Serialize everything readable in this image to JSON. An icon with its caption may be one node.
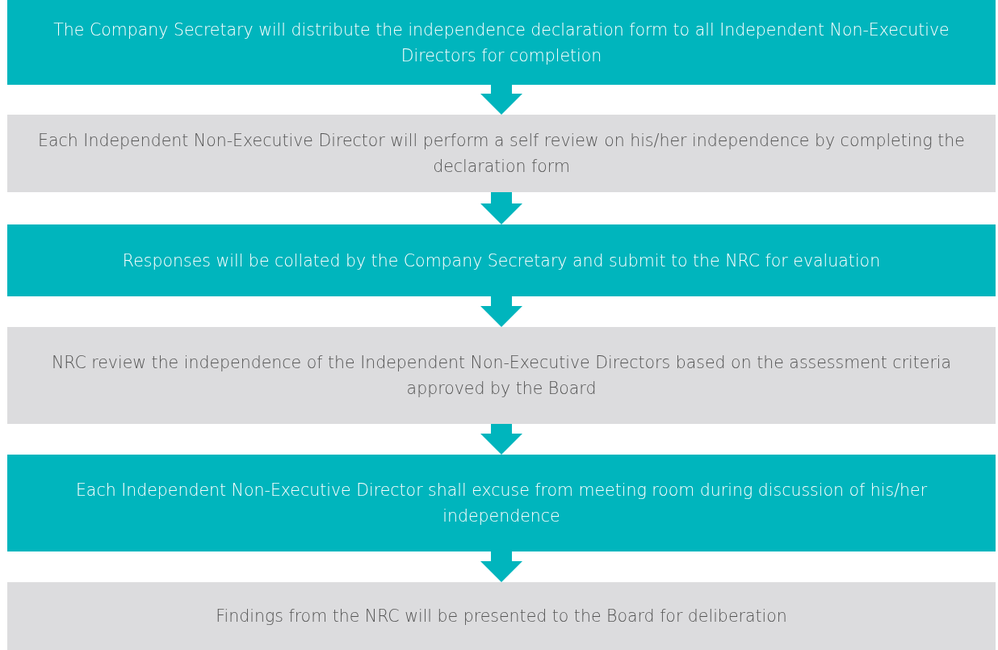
{
  "diagram": {
    "nodes": [
      {
        "text": [
          "The Company Secretary will distribute the independence declaration form  to all Independent Non-Executive Directors for completion"
        ]
      },
      {
        "text": [
          "Each Independent Non-Executive Director will perform a self review on his/her independence by completing the declaration form"
        ]
      },
      {
        "text": [
          "Responses will be collated by the Company Secretary and submit to the NRC for evaluation"
        ]
      },
      {
        "text": [
          "NRC review the independence of the Independent Non-Executive Directors based on the assessment criteria approved by the Board"
        ]
      },
      {
        "text": [
          "Each Independent Non-Executive Director shall excuse from meeting room during discussion of his/her independence"
        ]
      },
      {
        "text": [
          "Findings from the NRC will be presented to the Board for deliberation"
        ]
      }
    ],
    "edges": [
      {
        "from": 0,
        "to": 1,
        "arrow": "to"
      },
      {
        "from": 1,
        "to": 2,
        "arrow": "to"
      },
      {
        "from": 2,
        "to": 3,
        "arrow": "to"
      },
      {
        "from": 3,
        "to": 4,
        "arrow": "to"
      },
      {
        "from": 4,
        "to": 5,
        "arrow": "to"
      }
    ]
  }
}
